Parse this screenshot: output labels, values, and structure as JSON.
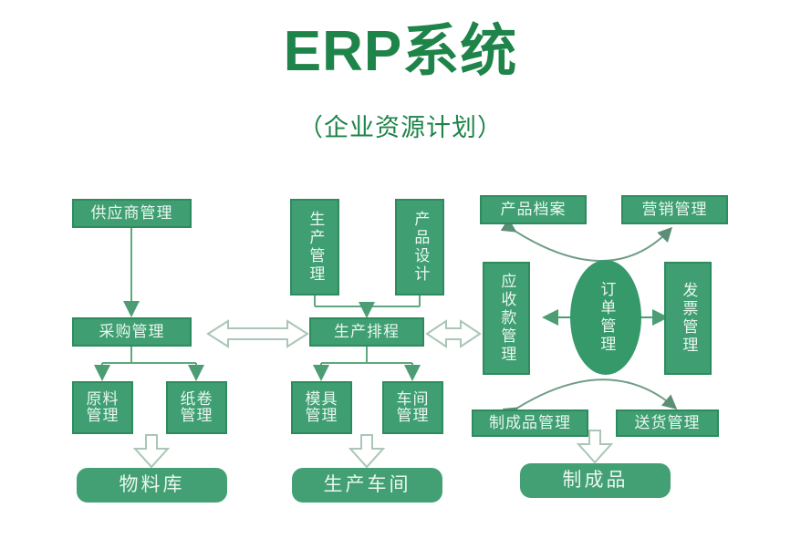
{
  "header": {
    "title": "ERP系统",
    "subtitle": "（企业资源计划）"
  },
  "colors": {
    "brand_green": "#1e8449",
    "box_fill": "#3f9e72",
    "box_border": "#2e8b5c",
    "terminal_fill": "#43a074",
    "ellipse_fill": "#35996a",
    "text_on_box": "#e9f7ef",
    "connector": "#5fa87f",
    "hollow_arrow_stroke": "#9bbfab",
    "background": "#ffffff"
  },
  "diagram": {
    "type": "flowchart",
    "columns": [
      {
        "name": "procurement-column",
        "nodes": [
          "供应商管理",
          "采购管理",
          "原料管理",
          "纸卷管理",
          "物料库"
        ]
      },
      {
        "name": "production-column",
        "nodes": [
          "生产管理",
          "产品设计",
          "生产排程",
          "模具管理",
          "车间管理",
          "生产车间"
        ]
      },
      {
        "name": "order-column",
        "nodes": [
          "产品档案",
          "营销管理",
          "应收款管理",
          "订单管理",
          "发票管理",
          "制成品管理",
          "送货管理",
          "制成品"
        ]
      }
    ],
    "nodes": {
      "supplier_mgmt": "供应商管理",
      "purchase_mgmt": "采购管理",
      "material_mgmt": "原料\n管理",
      "paper_roll_mgmt": "纸卷\n管理",
      "material_warehouse": "物料库",
      "production_mgmt": "生产管理",
      "product_design": "产品设计",
      "production_schedule": "生产排程",
      "mould_mgmt": "模具\n管理",
      "workshop_mgmt": "车间\n管理",
      "production_workshop": "生产车间",
      "product_archive": "产品档案",
      "marketing_mgmt": "营销管理",
      "receivable_mgmt": "应收款管理",
      "order_mgmt": "订单管理",
      "invoice_mgmt": "发票管理",
      "finished_goods_mgmt": "制成品管理",
      "delivery_mgmt": "送货管理",
      "finished_goods": "制成品"
    },
    "connectors": [
      {
        "name": "supplier-to-purchase",
        "kind": "line-arrow",
        "from": "供应商管理",
        "to": "采购管理"
      },
      {
        "name": "purchase-to-material",
        "kind": "line-arrow",
        "from": "采购管理",
        "to": "原料管理"
      },
      {
        "name": "purchase-to-paperroll",
        "kind": "line-arrow",
        "from": "采购管理",
        "to": "纸卷管理"
      },
      {
        "name": "material-to-warehouse",
        "kind": "hollow-down-arrow",
        "from": "原料管理/纸卷管理",
        "to": "物料库"
      },
      {
        "name": "productionmgmt-to-schedule",
        "kind": "line-arrow",
        "from": "生产管理",
        "to": "生产排程"
      },
      {
        "name": "design-to-schedule",
        "kind": "line-arrow",
        "from": "产品设计",
        "to": "生产排程"
      },
      {
        "name": "schedule-to-mould",
        "kind": "line-arrow",
        "from": "生产排程",
        "to": "模具管理"
      },
      {
        "name": "schedule-to-workshop",
        "kind": "line-arrow",
        "from": "生产排程",
        "to": "车间管理"
      },
      {
        "name": "mould-to-workshopbox",
        "kind": "hollow-down-arrow",
        "from": "模具管理/车间管理",
        "to": "生产车间"
      },
      {
        "name": "purchase-schedule-link",
        "kind": "hollow-double-arrow",
        "from": "采购管理",
        "to": "生产排程"
      },
      {
        "name": "schedule-receivable-link",
        "kind": "hollow-double-arrow",
        "from": "生产排程",
        "to": "应收款管理"
      },
      {
        "name": "order-to-receivable",
        "kind": "line-arrow",
        "from": "订单管理",
        "to": "应收款管理"
      },
      {
        "name": "order-to-invoice",
        "kind": "line-arrow",
        "from": "订单管理",
        "to": "发票管理"
      },
      {
        "name": "archive-marketing-arc",
        "kind": "curved-double-arrow",
        "from": "产品档案",
        "to": "营销管理"
      },
      {
        "name": "finishedgoods-delivery-arc",
        "kind": "curved-double-arrow",
        "from": "制成品管理",
        "to": "送货管理"
      },
      {
        "name": "delivery-to-finishedgoods",
        "kind": "hollow-down-arrow",
        "from": "制成品管理/送货管理",
        "to": "制成品"
      }
    ]
  }
}
